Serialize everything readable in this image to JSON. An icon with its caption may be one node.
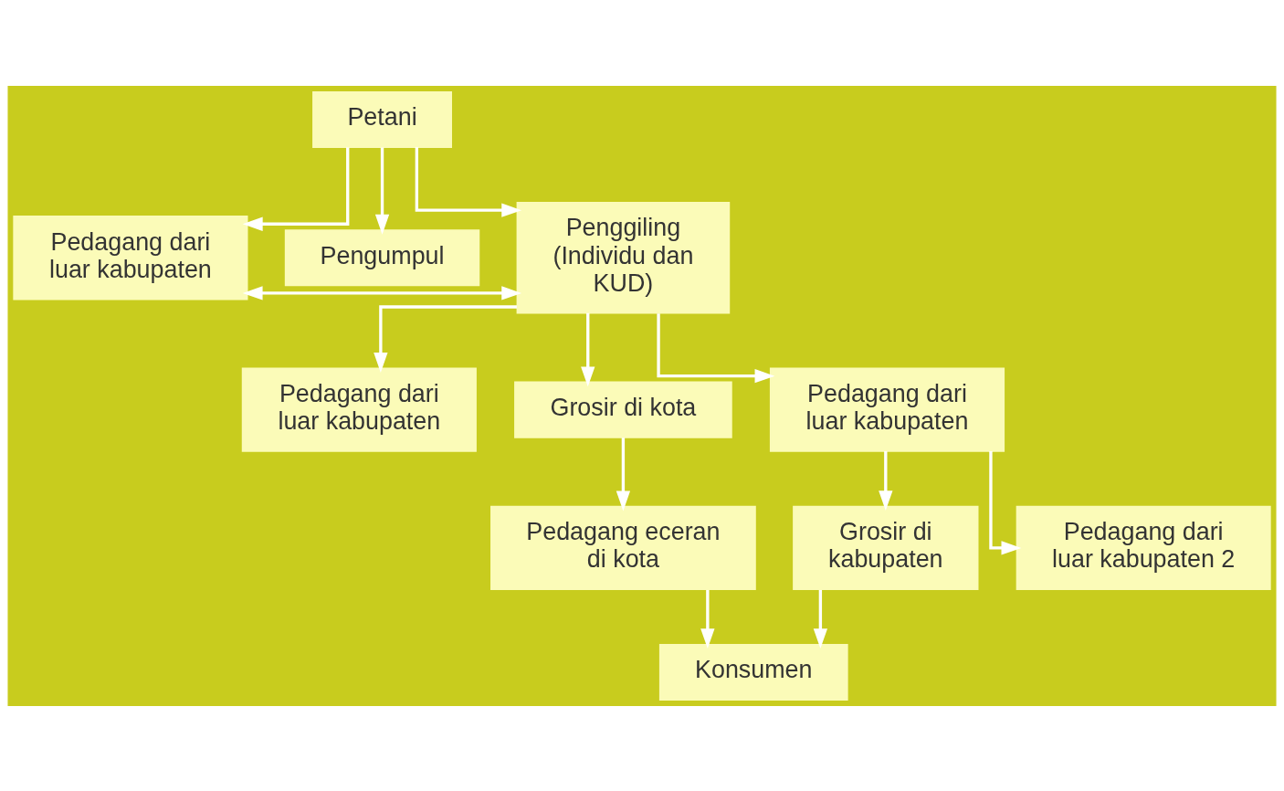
{
  "diagram": {
    "nodes": [
      {
        "text": [
          "Petani"
        ]
      },
      {
        "text": [
          "Pedagang dari luar kabupaten"
        ]
      },
      {
        "text": [
          "Pengumpul"
        ]
      },
      {
        "text": [
          "Penggiling (Individu dan KUD)"
        ]
      },
      {
        "text": [
          "Pedagang dari luar kabupaten"
        ]
      },
      {
        "text": [
          "Grosir di kota"
        ]
      },
      {
        "text": [
          "Pedagang dari luar kabupaten"
        ]
      },
      {
        "text": [
          "Pedagang eceran di kota"
        ]
      },
      {
        "text": [
          "Grosir di kabupaten"
        ]
      },
      {
        "text": [
          "Pedagang dari luar kabupaten 2"
        ]
      },
      {
        "text": [
          "Konsumen"
        ]
      }
    ],
    "edges": [
      {
        "from": 0,
        "to": 1,
        "arrow": "to"
      },
      {
        "from": 0,
        "to": 2,
        "arrow": "to"
      },
      {
        "from": 0,
        "to": 3,
        "arrow": "to"
      },
      {
        "from": 1,
        "to": 3,
        "arrow": "both"
      },
      {
        "from": 3,
        "to": 4,
        "arrow": "to"
      },
      {
        "from": 3,
        "to": 5,
        "arrow": "to"
      },
      {
        "from": 3,
        "to": 6,
        "arrow": "to"
      },
      {
        "from": 5,
        "to": 7,
        "arrow": "to"
      },
      {
        "from": 6,
        "to": 8,
        "arrow": "to"
      },
      {
        "from": 6,
        "to": 9,
        "arrow": "to"
      },
      {
        "from": 7,
        "to": 10,
        "arrow": "to"
      },
      {
        "from": 8,
        "to": 10,
        "arrow": "to"
      }
    ]
  }
}
